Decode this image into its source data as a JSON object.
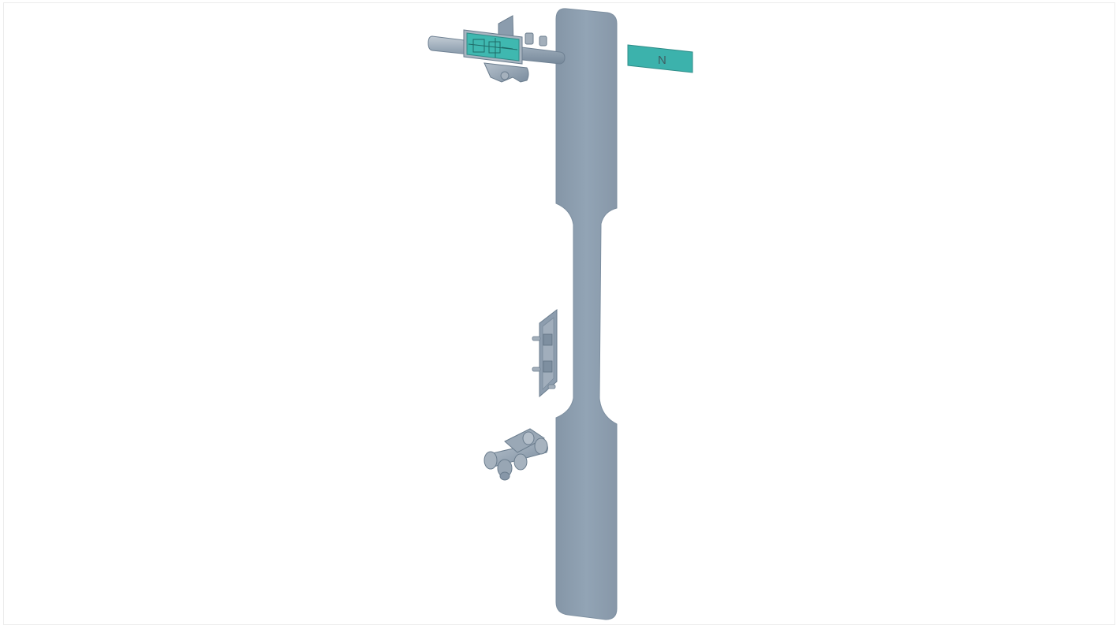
{
  "product_image": {
    "marker_label": "N",
    "colors": {
      "busbar": "#8fa2b3",
      "busbar_edge": "#7c8fa0",
      "marker": "#3ab3ad",
      "metal_dark": "#6f8294",
      "metal_light": "#aeb9c4"
    },
    "parts": [
      "neutral-busbar",
      "neutral-marker-plate",
      "top-terminal-clamp",
      "middle-bracket",
      "bottom-connector"
    ]
  }
}
